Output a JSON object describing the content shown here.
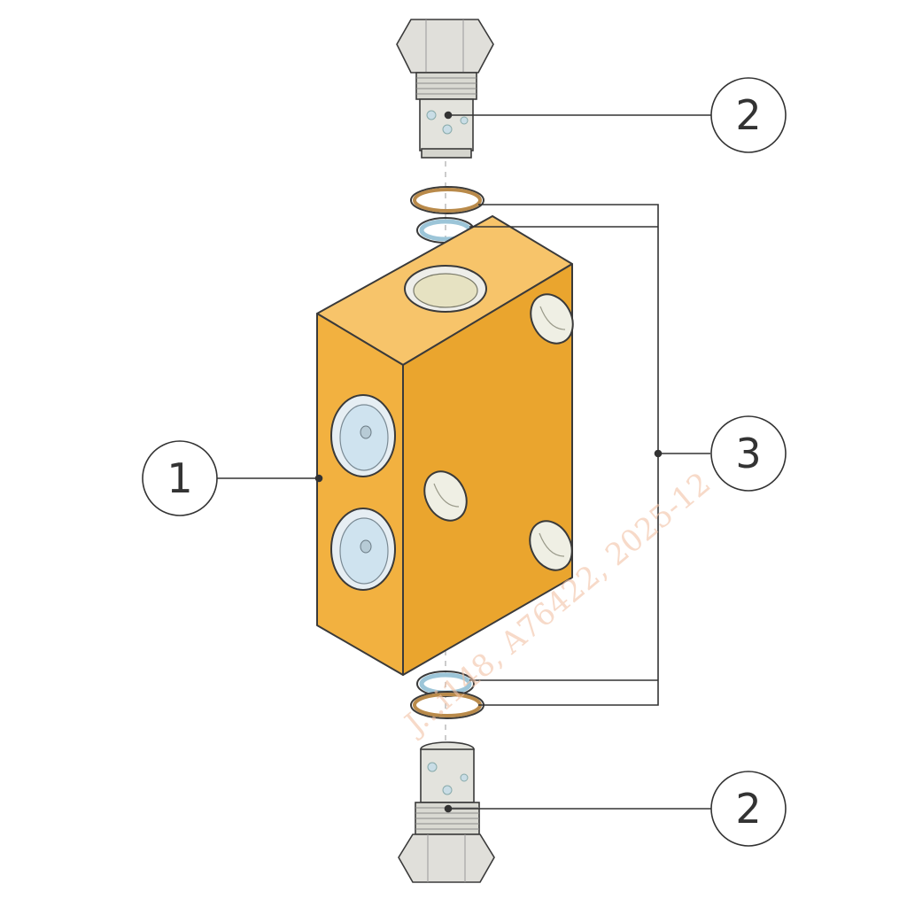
{
  "callouts": {
    "body": "1",
    "cartridge_top": "2",
    "seals": "3",
    "cartridge_bottom": "2"
  },
  "watermark": "J...i148, A76422, 2025-12",
  "colors": {
    "block": "#f2b140",
    "block_top": "#f7c46a",
    "block_side": "#eaa52e",
    "outline": "#3a3a3a",
    "metal": "#dcdcd6",
    "port_face": "#dce9f2",
    "oring_copper": "#b98a4a",
    "seal_blue": "#9cc5d8"
  }
}
